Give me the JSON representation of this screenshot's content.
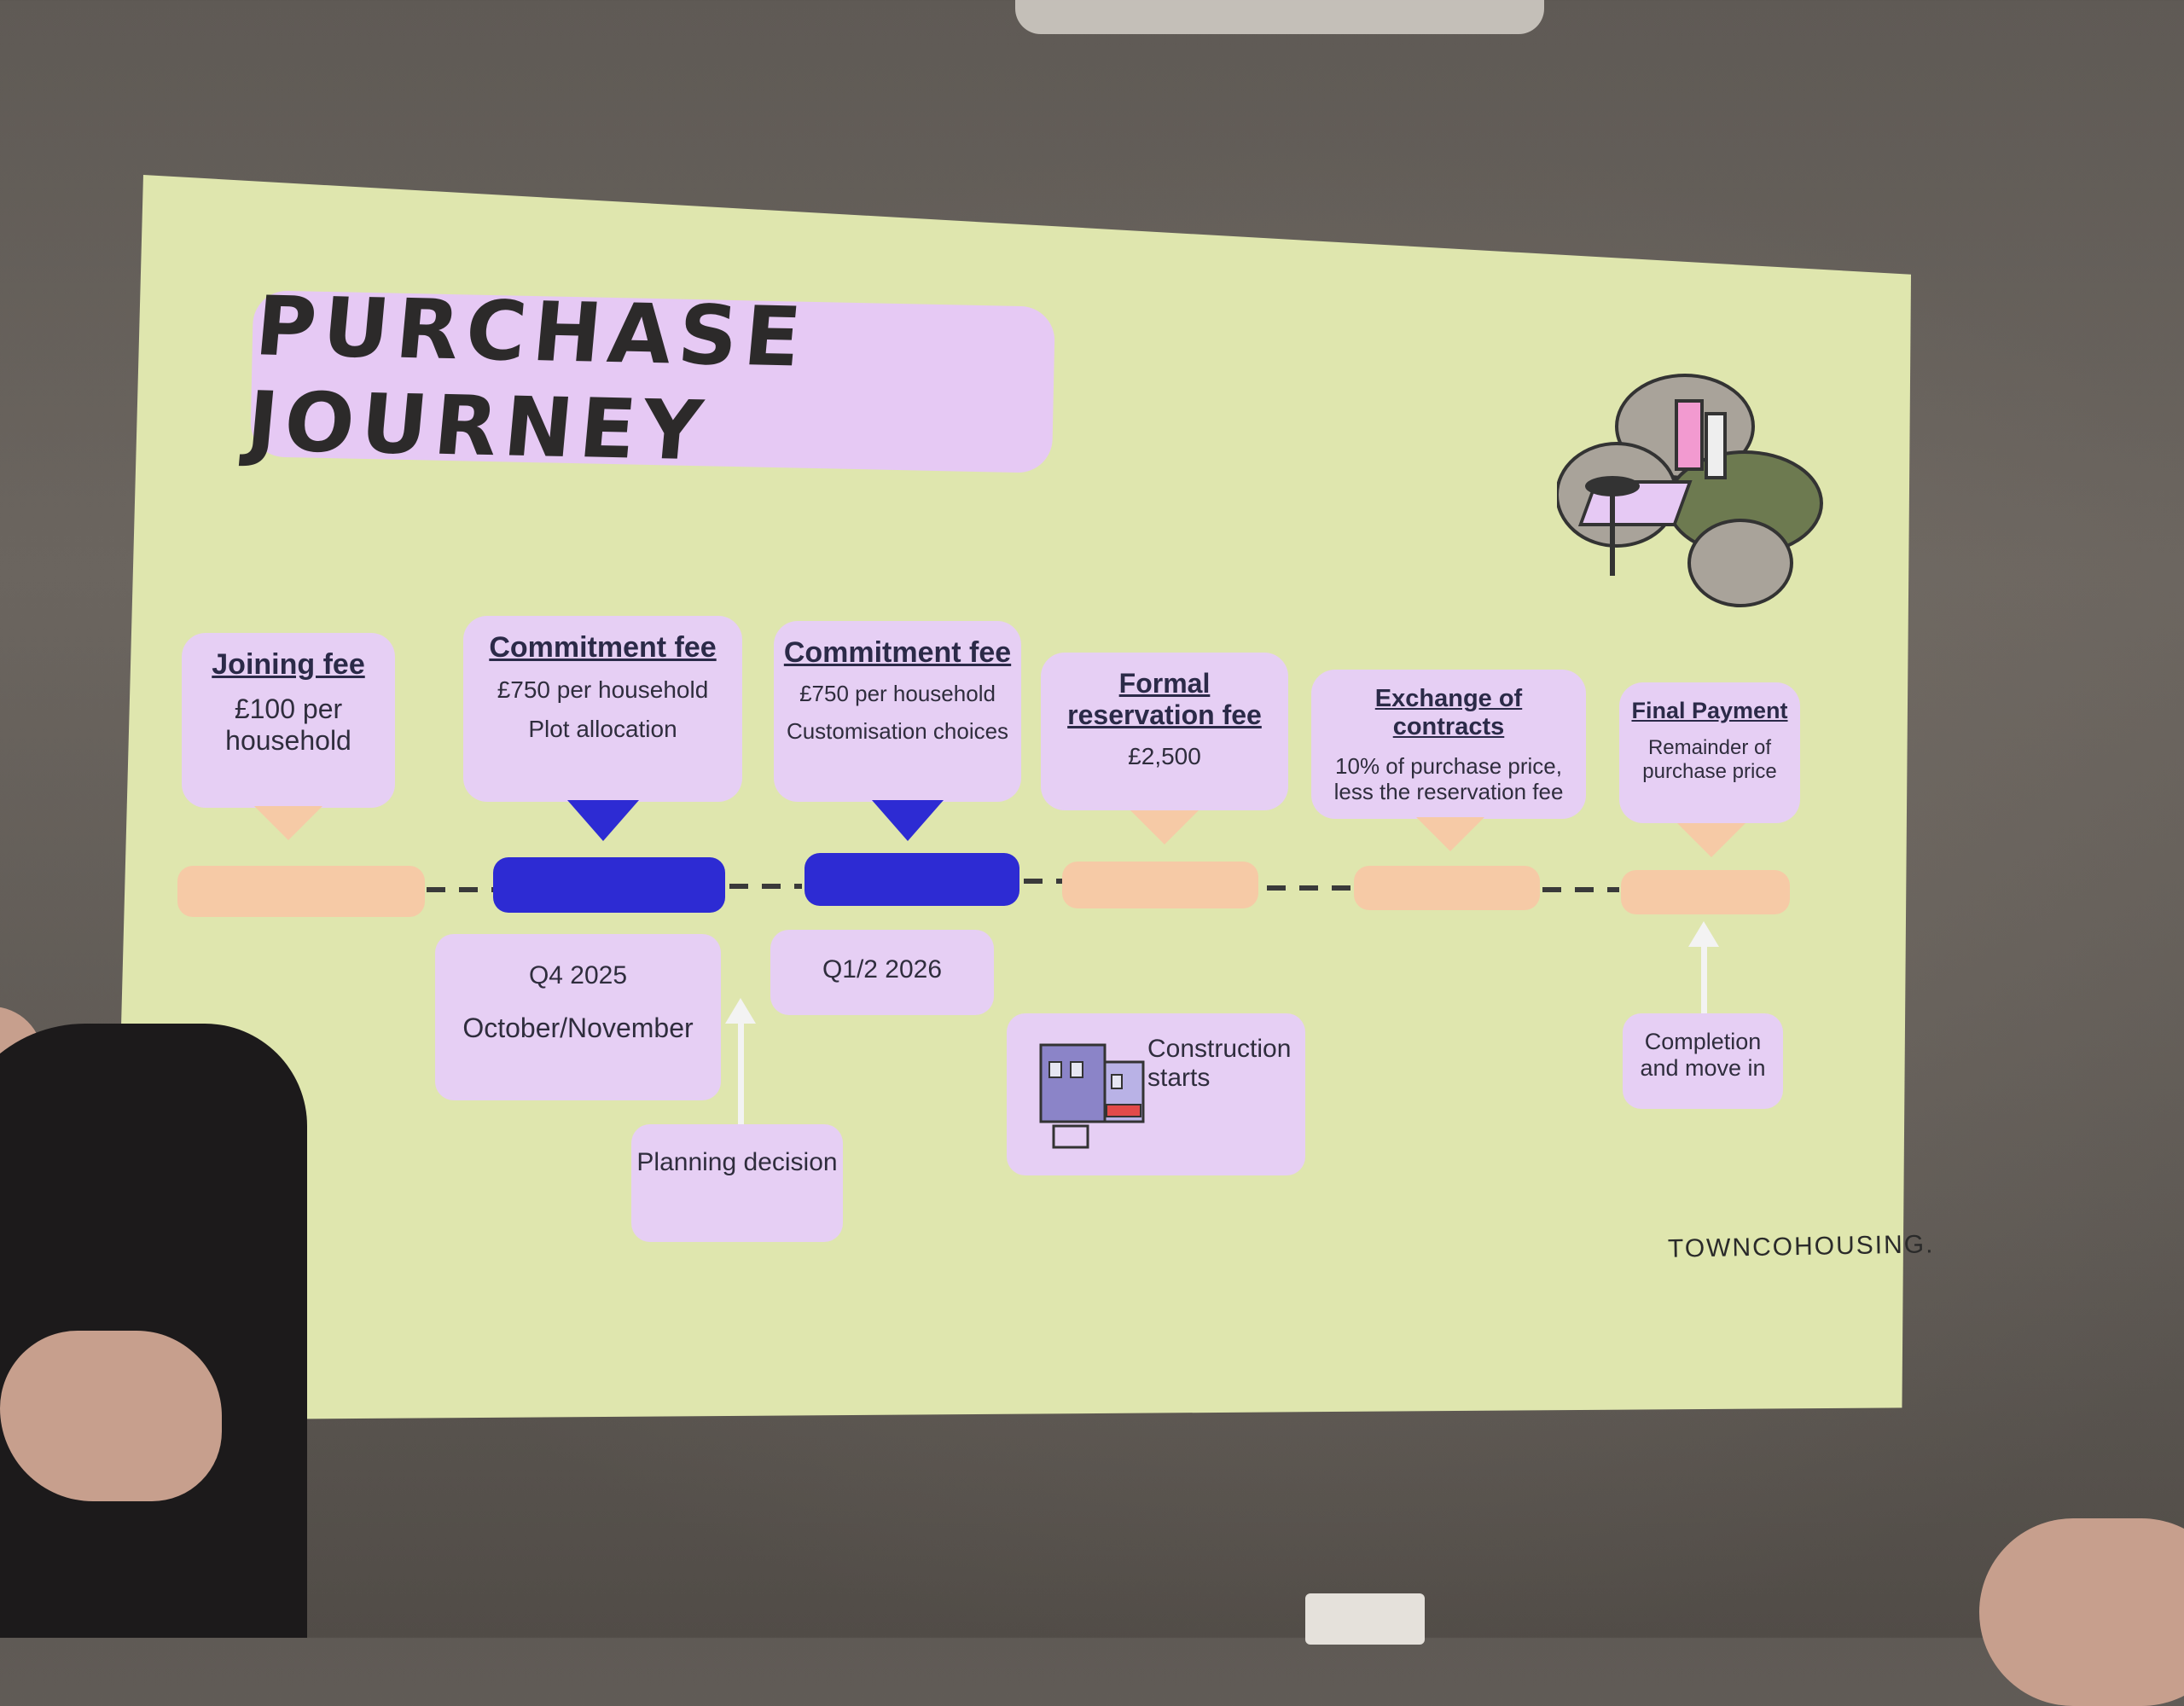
{
  "slide": {
    "title": "PURCHASE JOURNEY",
    "brand": "TOWNCOHOUSING."
  },
  "stages": [
    {
      "heading": "Joining fee",
      "lines": [
        "£100 per household"
      ]
    },
    {
      "heading": "Commitment fee",
      "lines": [
        "£750 per household",
        "Plot allocation"
      ]
    },
    {
      "heading": "Commitment fee",
      "lines": [
        "£750 per household",
        "Customisation choices"
      ]
    },
    {
      "heading": "Formal reservation fee",
      "lines": [
        "£2,500"
      ]
    },
    {
      "heading": "Exchange of contracts",
      "lines": [
        "10% of purchase price, less the reservation fee"
      ]
    },
    {
      "heading": "Final Payment",
      "lines": [
        "Remainder of purchase price"
      ]
    }
  ],
  "timing": {
    "q4": {
      "line1": "Q4 2025",
      "line2": "October/November"
    },
    "q12": "Q1/2 2026"
  },
  "events": {
    "planning": "Planning decision",
    "construction": "Construction starts",
    "completion": "Completion and move in"
  },
  "colors": {
    "screen": "#dfe6ae",
    "card": "#e6cff4",
    "peach": "#f6caa6",
    "blue": "#2d2bd3"
  }
}
